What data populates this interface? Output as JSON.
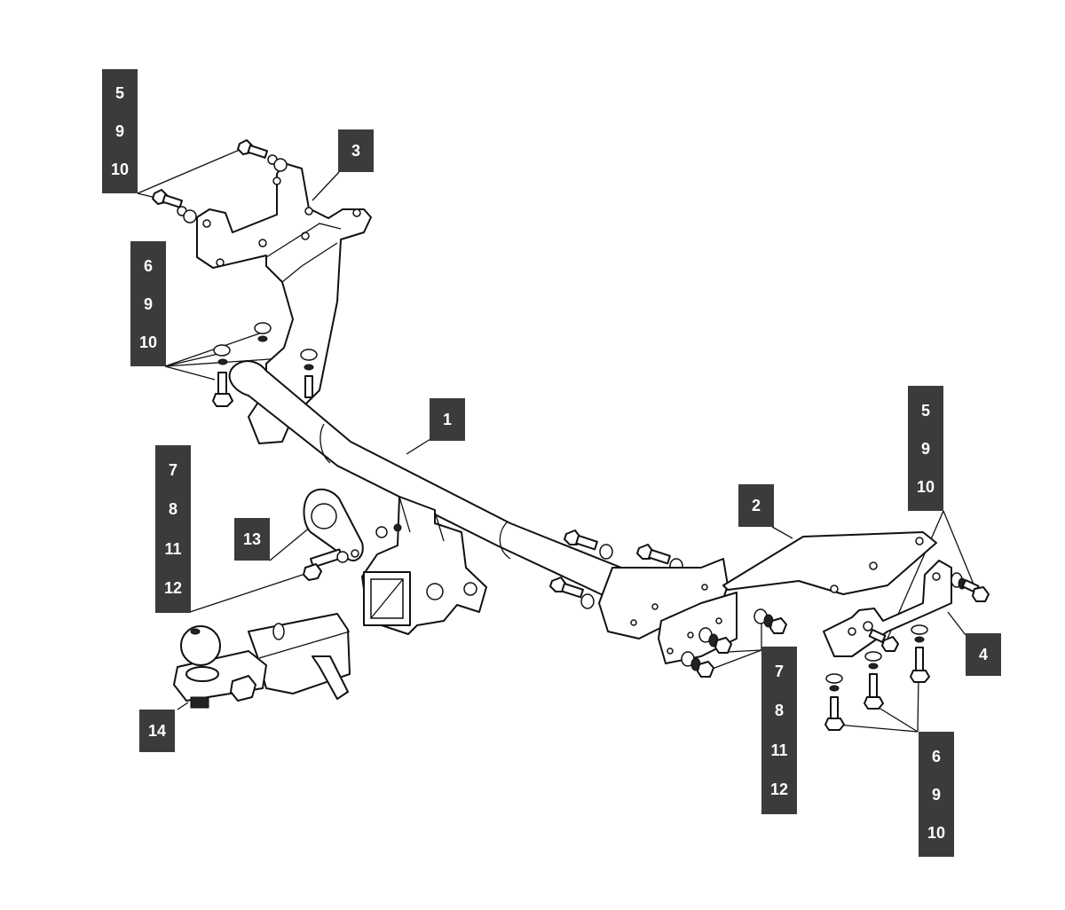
{
  "diagram": {
    "title": "Tow bar exploded assembly",
    "label_color": "#3b3b3b",
    "callouts": [
      {
        "id": "c-5-9-10-top-left",
        "items": [
          "5",
          "9",
          "10"
        ],
        "points_to": "upper left bracket bolts"
      },
      {
        "id": "c-3",
        "items": [
          "3"
        ],
        "points_to": "left mounting bracket"
      },
      {
        "id": "c-6-9-10-left",
        "items": [
          "6",
          "9",
          "10"
        ],
        "points_to": "left vertical bolts and washers"
      },
      {
        "id": "c-1",
        "items": [
          "1"
        ],
        "points_to": "main cross beam"
      },
      {
        "id": "c-7-8-11-12-left",
        "items": [
          "7",
          "8",
          "11",
          "12"
        ],
        "points_to": "electrical plate bolt"
      },
      {
        "id": "c-13",
        "items": [
          "13"
        ],
        "points_to": "electrical socket plate"
      },
      {
        "id": "c-14",
        "items": [
          "14"
        ],
        "points_to": "ball mount"
      },
      {
        "id": "c-2",
        "items": [
          "2"
        ],
        "points_to": "right side arm"
      },
      {
        "id": "c-5-9-10-right",
        "items": [
          "5",
          "9",
          "10"
        ],
        "points_to": "right bracket bolts"
      },
      {
        "id": "c-4",
        "items": [
          "4"
        ],
        "points_to": "right mounting bracket"
      },
      {
        "id": "c-7-8-11-12-right",
        "items": [
          "7",
          "8",
          "11",
          "12"
        ],
        "points_to": "right arm bolts and nuts"
      },
      {
        "id": "c-6-9-10-right",
        "items": [
          "6",
          "9",
          "10"
        ],
        "points_to": "right vertical bolts and washers"
      }
    ]
  }
}
